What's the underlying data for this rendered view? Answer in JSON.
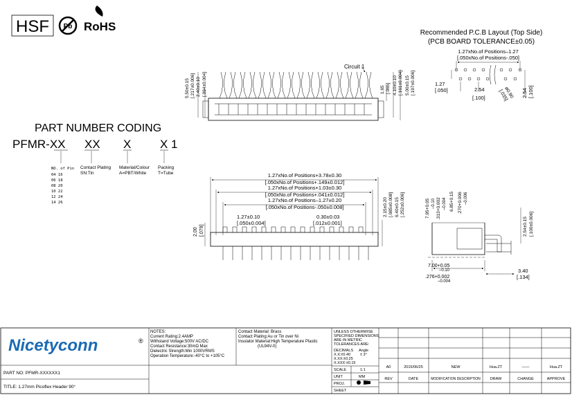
{
  "badges": {
    "hsf": "HSF",
    "pb": "Pb",
    "rohs": "RoHS"
  },
  "pcb_layout": {
    "title": "Recommended P.C.B Layout (Top Side)",
    "subtitle": "(PCB  BOARD  TOLERANCE±0.05)",
    "pitch_top": "1.27xNo.of  Positions–1.27",
    "pitch_top_inch": "[.050xNo.of  Positions-.050]",
    "row_pitch": "1.27",
    "row_pitch_inch": "[.050]",
    "col_space": "2.54",
    "col_space_inch": "[.100]",
    "hole": "ø0.90",
    "hole_inch": "[.035]",
    "right_dim": "2.54",
    "right_dim_inch": "[.100]"
  },
  "side_view": {
    "circuit_label": "Circuit  1",
    "d1": "5.50±0.15",
    "d1i": "[.217±0.006]",
    "d2": "2.40±0.10",
    "d2i": "[.094±0.004]",
    "d3": "1.65",
    "d3i": "[.065]",
    "d4": "4.10±0.10",
    "d4i": "[.161±0.004]",
    "d5": "5.00±0.15",
    "d5i": "[.197±0.006]"
  },
  "part_coding": {
    "heading": "PART NUMBER CODING",
    "code_pfmr": "PFMR-XX",
    "code_xx": "XX",
    "code_x": "X",
    "code_x1": "X 1",
    "pin_header": "NO. of Pin",
    "pin_rows": [
      "04  16",
      "06  18",
      "08  20",
      "10  22",
      "12  24",
      "14  26"
    ],
    "plating_label": "Contact Plating",
    "plating_value": "SN:Tin",
    "material_label": "Material/Colour",
    "material_value": "A=PBT/White",
    "packing_label": "Packing",
    "packing_value": "T=Tube"
  },
  "front_view": {
    "l1": "1.27xNo.of  Positions+3.78±0.30",
    "l1i": "[.050xNo.of  Positions+.149±0.012]",
    "l2": "1.27xNo.of  Positions+1.03±0.30",
    "l2i": "[.050xNo.of  Positions+.041±0.012]",
    "l3": "1.27xNo.of  Positions–1.27±0.20",
    "l3i": "[.050xNo.of  Positions-.050±0.008]",
    "pitch": "1.27±0.10",
    "pitch_i": "[.050±0.004]",
    "pin_w": "0.30±0.03",
    "pin_w_i": "[.012±0.001]",
    "h_left": "2.00",
    "h_left_i": "[.079]",
    "h_r1": "2.15±0.20",
    "h_r1i": "[.085±0.008]",
    "h_r2": "6.40±0.15",
    "h_r2i": "[.252±0.006]"
  },
  "end_view": {
    "d1": "7.95+0.05",
    "d1b": "–0.10",
    "d1i": ".313+0.002",
    "d1ib": "–0.004",
    "d2": "6.85+0.15",
    "d2i": ".270+0.006",
    "d2ib": "–0.006",
    "d3": "2.54±0.15",
    "d3i": "[.100±0.006]",
    "w": "7.00+0.05",
    "wb": "–0.10",
    "wi": ".276+0.002",
    "wib": "–0.004",
    "foot": "3.40",
    "foot_i": "[.134]"
  },
  "title_block": {
    "logo": "Nicetyconn",
    "reg": "®",
    "notes": [
      "NOTES:",
      "Current Rating:2.4AMP",
      "Withstand Voltage:500V AC/DC",
      "Contact Resistance:30mΩ Max",
      "Dielectric Strength:Min 1000VRMS",
      "Operation Temperature:-40°C to +105°C"
    ],
    "materials": [
      "Contact Material: Brass",
      "Contact Plating:Au or Tin over Ni",
      "Insulator Material:High Temperature Plastic",
      "(UL94V-0)"
    ],
    "tolerance": [
      "UNLESS OTHERWISE",
      "SPECIFIED DIMENSIONS",
      "ARE IN METRIC",
      "TOLERANCES  ARE:"
    ],
    "decimals": "DECIMALS",
    "angle": "Angle",
    "xx": "X.X:±0.40",
    "angle_val": "± 3°",
    "xxx": "X.XX:±0.25",
    "xxxx": "X.XXX:±0.15",
    "scale_label": "SCALE",
    "scale_value": "1:1",
    "unit_label": "UNIT",
    "unit_value": "MM",
    "proj_label": "PROJ.",
    "sheet_label": "SHEET",
    "part_no": "PART NO: PFMR-XXXXXX1",
    "title": "TITLE: 1.27mm Picoflex Header 90°",
    "rev_row": [
      "A0",
      "2015/06/25",
      "NEW",
      "Hua.ZT",
      "——",
      "Hua.ZT"
    ],
    "rev_headers": [
      "REV",
      "DATE",
      "MODIFICATION DESCRIPTION",
      "DRAW",
      "CHANGE",
      "APPROVE"
    ]
  }
}
